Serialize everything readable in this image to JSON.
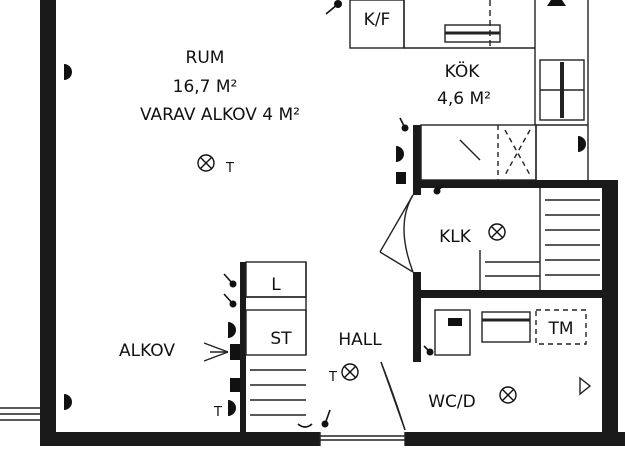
{
  "rooms": {
    "rum": {
      "name": "RUM",
      "area": "16,7 M²",
      "note": "VARAV ALKOV 4 M²"
    },
    "kok": {
      "name": "KÖK",
      "area": "4,6 M²"
    },
    "kf": {
      "name": "K/F"
    },
    "klk": {
      "name": "KLK"
    },
    "alkov": {
      "name": "ALKOV"
    },
    "hall": {
      "name": "HALL"
    },
    "st": {
      "name": "ST"
    },
    "l": {
      "name": "L"
    },
    "wcd": {
      "name": "WC/D"
    },
    "tm": {
      "name": "TM"
    }
  },
  "symbols": {
    "thermostat_mark": "T"
  },
  "colors": {
    "wall": "#1a1a1a",
    "line": "#222222",
    "paper": "#ffffff"
  }
}
